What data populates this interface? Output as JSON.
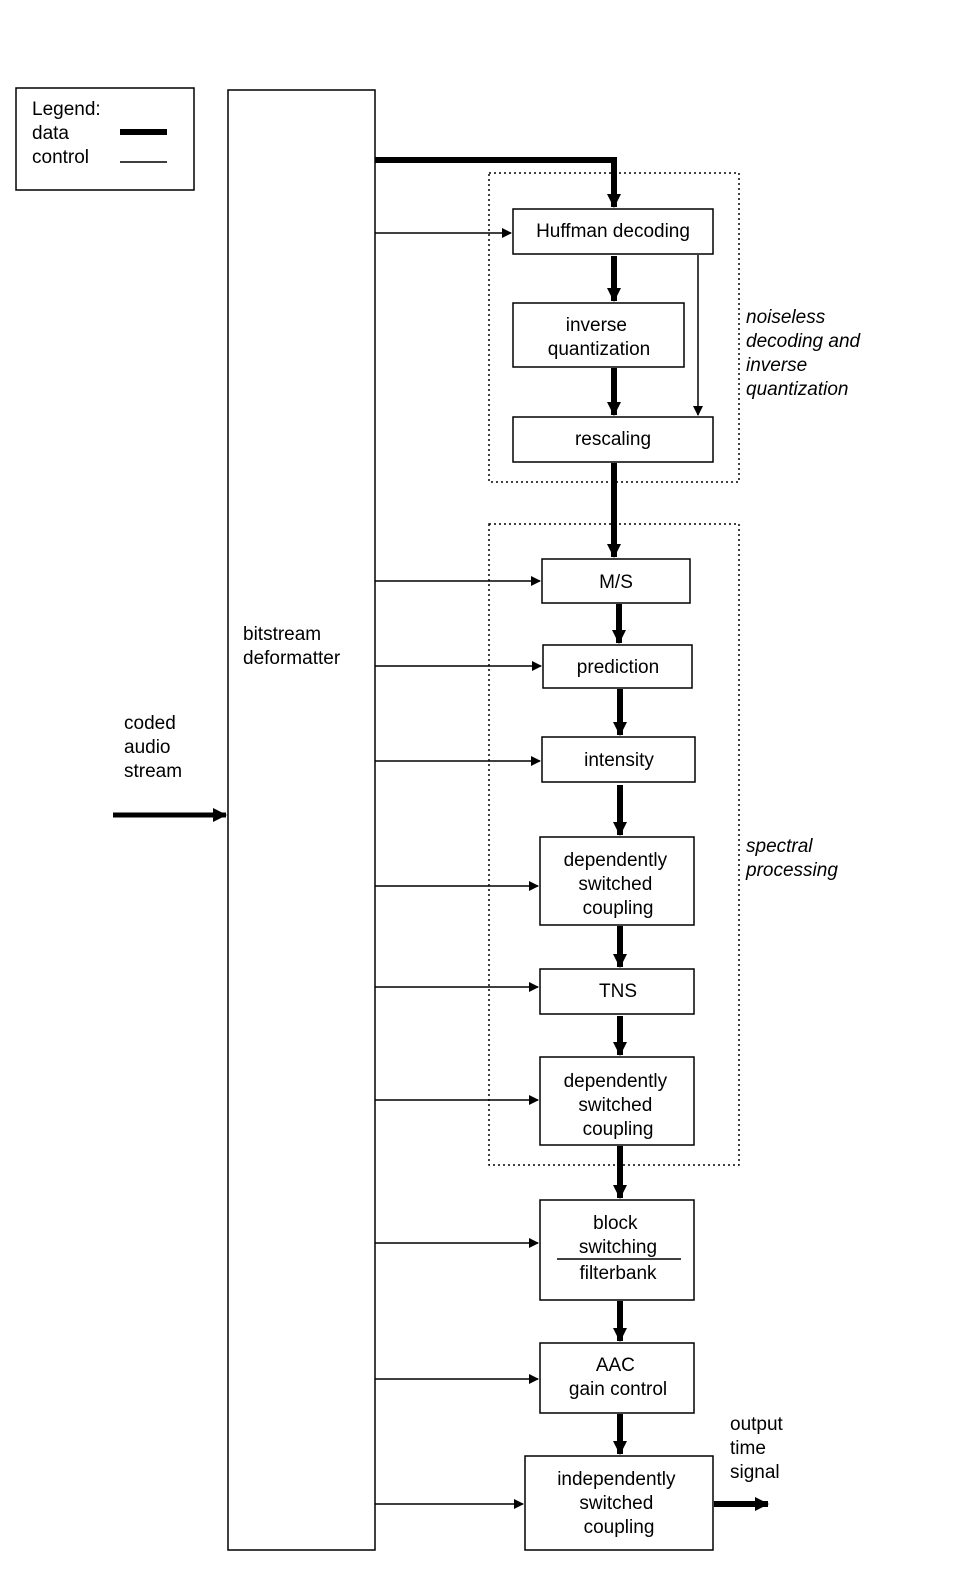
{
  "legend": {
    "title": "Legend:",
    "data_label": "data",
    "control_label": "control"
  },
  "bitstream": {
    "label": [
      "bitstream",
      "deformatter"
    ]
  },
  "input": {
    "label": [
      "coded",
      "audio",
      "stream"
    ]
  },
  "output": {
    "label": [
      "output",
      "time",
      "signal"
    ]
  },
  "groups": {
    "noiseless": [
      "noiseless",
      "decoding and",
      "inverse",
      "quantization"
    ],
    "spectral": [
      "spectral",
      "processing"
    ]
  },
  "blocks": {
    "huffman": [
      "Huffman decoding"
    ],
    "inverse_quant": [
      "inverse",
      "quantization"
    ],
    "rescaling": [
      "rescaling"
    ],
    "ms": [
      "M/S"
    ],
    "prediction": [
      "prediction"
    ],
    "intensity": [
      "intensity"
    ],
    "dep_coupling_1": [
      "dependently",
      "switched",
      "coupling"
    ],
    "tns": [
      "TNS"
    ],
    "dep_coupling_2": [
      "dependently",
      "switched",
      "coupling"
    ],
    "block_switching": [
      "block",
      "switching"
    ],
    "filterbank": [
      "filterbank"
    ],
    "gain_control": [
      "AAC",
      "gain control"
    ],
    "indep_coupling": [
      "independently",
      "switched",
      "coupling"
    ]
  }
}
